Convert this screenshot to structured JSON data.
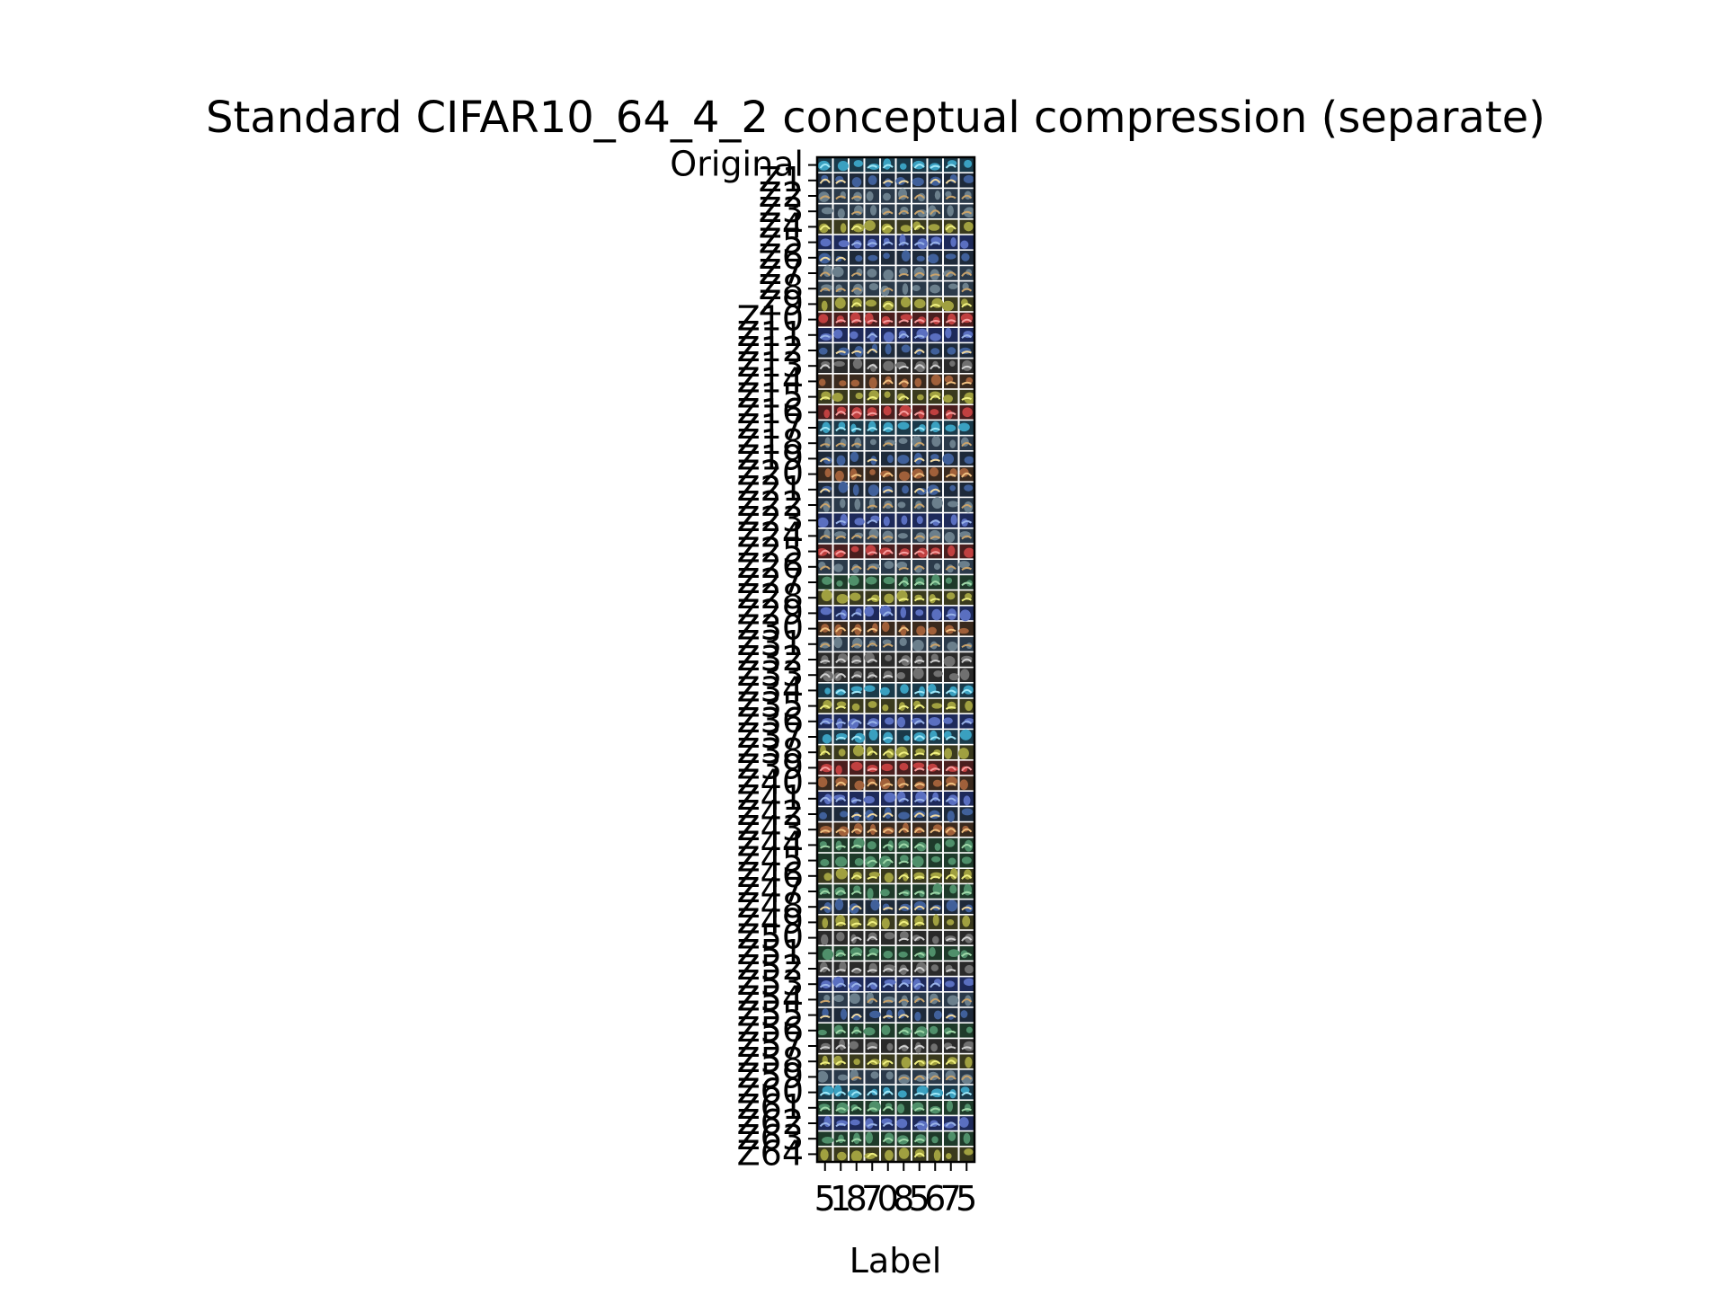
{
  "chart_data": {
    "type": "heatmap",
    "title": "Standard CIFAR10_64_4_2 conceptual compression (separate)",
    "xlabel": "Label",
    "ylabel": "",
    "x_tick_labels": [
      "5",
      "1",
      "8",
      "7",
      "0",
      "8",
      "5",
      "6",
      "7",
      "5"
    ],
    "y_tick_labels": [
      "Original",
      "Z1",
      "Z2",
      "Z3",
      "Z4",
      "Z5",
      "Z6",
      "Z7",
      "Z8",
      "Z9",
      "Z10",
      "Z11",
      "Z12",
      "Z13",
      "Z14",
      "Z15",
      "Z16",
      "Z17",
      "Z18",
      "Z19",
      "Z20",
      "Z21",
      "Z22",
      "Z23",
      "Z24",
      "Z25",
      "Z26",
      "Z27",
      "Z28",
      "Z29",
      "Z30",
      "Z31",
      "Z32",
      "Z33",
      "Z34",
      "Z35",
      "Z36",
      "Z37",
      "Z38",
      "Z39",
      "Z40",
      "Z41",
      "Z42",
      "Z43",
      "Z44",
      "Z45",
      "Z46",
      "Z47",
      "Z48",
      "Z49",
      "Z50",
      "Z51",
      "Z52",
      "Z53",
      "Z54",
      "Z55",
      "Z56",
      "Z57",
      "Z58",
      "Z59",
      "Z60",
      "Z61",
      "Z62",
      "Z63",
      "Z64"
    ],
    "n_rows": 65,
    "n_cols": 10,
    "grid": false,
    "legend": "none",
    "content": "grid of small image thumbnails, one per label column per latent row"
  }
}
